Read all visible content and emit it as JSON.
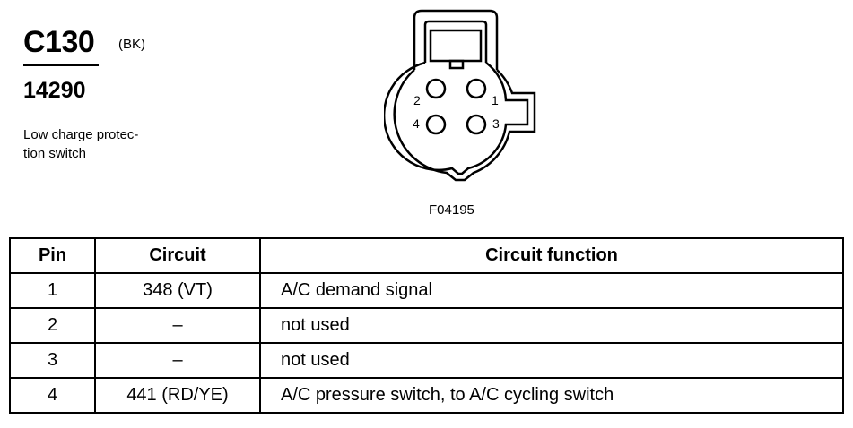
{
  "connector": {
    "id": "C130",
    "color": "(BK)",
    "part_number": "14290",
    "description_line1": "Low charge protec-",
    "description_line2": "tion switch",
    "figure_label": "F04195",
    "pin_labels": [
      "1",
      "2",
      "3",
      "4"
    ]
  },
  "table": {
    "headers": {
      "pin": "Pin",
      "circuit": "Circuit",
      "function": "Circuit function"
    },
    "rows": [
      {
        "pin": "1",
        "circuit": "348 (VT)",
        "function": "A/C demand signal"
      },
      {
        "pin": "2",
        "circuit": "–",
        "function": "not used"
      },
      {
        "pin": "3",
        "circuit": "–",
        "function": "not used"
      },
      {
        "pin": "4",
        "circuit": "441 (RD/YE)",
        "function": "A/C pressure switch, to A/C cycling switch"
      }
    ]
  }
}
